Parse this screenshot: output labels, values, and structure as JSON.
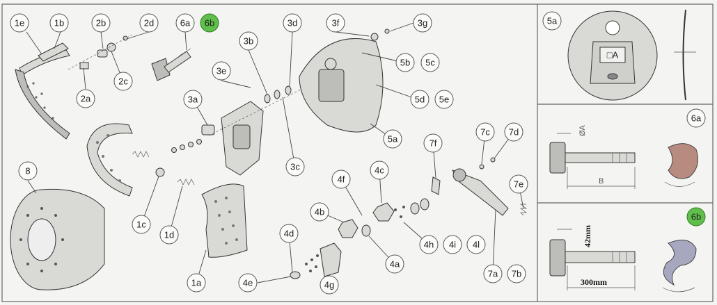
{
  "callouts": {
    "1e": "1e",
    "1b": "1b",
    "2b": "2b",
    "2d": "2d",
    "6a": "6a",
    "6b": "6b",
    "3d": "3d",
    "3f": "3f",
    "3g": "3g",
    "3b": "3b",
    "3e": "3e",
    "5b": "5b",
    "5c": "5c",
    "2a": "2a",
    "2c": "2c",
    "3a": "3a",
    "5d": "5d",
    "5e": "5e",
    "5a": "5a",
    "3c": "3c",
    "7c": "7c",
    "7d": "7d",
    "7f": "7f",
    "8": "8",
    "4f": "4f",
    "4c": "4c",
    "1c": "1c",
    "1d": "1d",
    "4b": "4b",
    "4h": "4h",
    "4i": "4i",
    "4l": "4l",
    "4d": "4d",
    "4a": "4a",
    "7e": "7e",
    "1a": "1a",
    "4e": "4e",
    "4g": "4g",
    "7a": "7a",
    "7b": "7b"
  },
  "panels": {
    "p5a": {
      "label": "5a",
      "plate_text": "□A"
    },
    "p6a": {
      "label": "6a",
      "dim_a": "ØA",
      "dim_b": "B"
    },
    "p6b": {
      "label": "6b",
      "dim_height": "42mm",
      "dim_length": "300mm"
    }
  },
  "colors": {
    "highlight": "#5fbf4a"
  }
}
